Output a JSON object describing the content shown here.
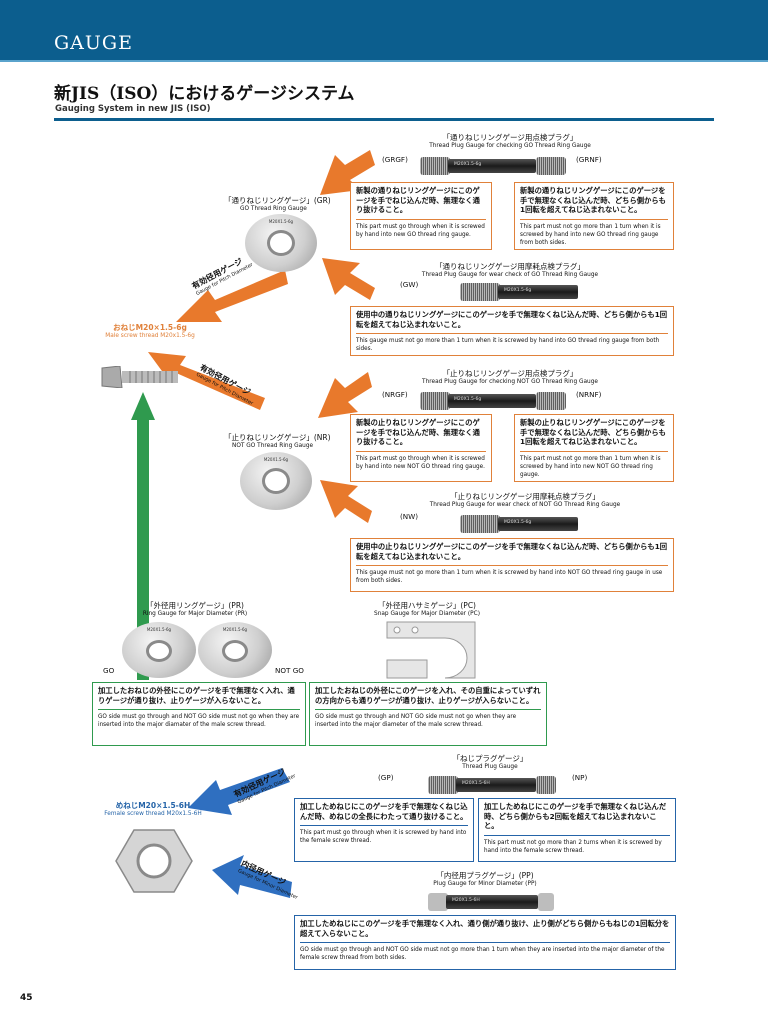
{
  "header": {
    "section": "GAUGE"
  },
  "title": {
    "jp": "新JIS（ISO）におけるゲージシステム",
    "en": "Gauging System in new JIS (ISO)"
  },
  "male_screw": {
    "label_jp": "おねじM20×1.5-6g",
    "label_en": "Male screw thread M20x1.5-6g"
  },
  "female_screw": {
    "label_jp": "めねじM20×1.5-6H",
    "label_en": "Female screw thread M20x1.5-6H"
  },
  "arrows": {
    "pitch_male_1_jp": "有効径用ゲージ",
    "pitch_male_1_en": "Gauge for Pitch Diameter",
    "pitch_male_2_jp": "有効径用ゲージ",
    "pitch_male_2_en": "Gauge for Pitch Diameter",
    "pitch_female_jp": "有効径用ゲージ",
    "pitch_female_en": "Gauge for Pitch Diameter",
    "minor_jp": "内径用ゲージ",
    "minor_en": "Gauge for Minor Diameter"
  },
  "gr": {
    "label_jp": "「通りねじリングゲージ」(GR)",
    "label_en": "GO Thread Ring Gauge",
    "ring_text": "M20X1.5-6g"
  },
  "nr": {
    "label_jp": "「止りねじリングゲージ」(NR)",
    "label_en": "NOT GO Thread Ring Gauge",
    "ring_text": "M20X1.5-6g"
  },
  "grgf_grnf": {
    "title_jp": "「通りねじリングゲージ用点検プラグ」",
    "title_en": "Thread Plug Gauge for checking GO Thread Ring Gauge",
    "code_left": "(GRGF)",
    "code_right": "(GRNF)",
    "plug_text": "M20X1.5-6g",
    "box_left_jp": "新製の通りねじリングゲージにこのゲージを手でねじ込んだ時、無理なく通り抜けること。",
    "box_left_en": "This part must go through when it is screwed by hand into  new GO thread ring gauge.",
    "box_right_jp": "新製の通りねじリングゲージにこのゲージを手で無理なくねじ込んだ時、どちら側からも1回転を超えてねじ込まれないこと。",
    "box_right_en": "This part must not go more than 1 turn when it is screwed by hand into new GO thread ring gauge from both sides."
  },
  "gw": {
    "title_jp": "「通りねじリングゲージ用摩耗点検プラグ」",
    "title_en": "Thread Plug Gauge for wear check of  GO Thread Ring Gauge",
    "code": "(GW)",
    "plug_text": "M20X1.5-6g",
    "box_jp": "使用中の通りねじリングゲージにこのゲージを手で無理なくねじ込んだ時、どちら側からも1回転を超えてねじ込まれないこと。",
    "box_en": "This gauge must not go more than 1 turn when it is screwed by hand into GO thread ring gauge from both sides."
  },
  "nrgf_nrnf": {
    "title_jp": "「止りねじリングゲージ用点検プラグ」",
    "title_en": "Thread Plug Gauge for checking NOT GO Thread Ring Gauge",
    "code_left": "(NRGF)",
    "code_right": "(NRNF)",
    "plug_text": "M20X1.5-6g",
    "box_left_jp": "新製の止りねじリングゲージにこのゲージを手でねじ込んだ時、無理なく通り抜けること。",
    "box_left_en": "This part must go through when it is screwed by hand into  new NOT GO thread ring gauge.",
    "box_right_jp": "新製の止りねじリングゲージにこのゲージを手で無理なくねじ込んだ時、どちら側からも1回転を超えてねじ込まれないこと。",
    "box_right_en": "This part must not go more than 1 turn when it is screwed by hand into new NOT GO thread ring gauge."
  },
  "nw": {
    "title_jp": "「止りねじリングゲージ用摩耗点検プラグ」",
    "title_en": "Thread Plug Gauge for wear check of NOT GO Thread Ring Gauge",
    "code": "(NW)",
    "plug_text": "M20X1.5-6g",
    "box_jp": "使用中の止りねじリングゲージにこのゲージを手で無理なくねじ込んだ時、どちら側からも1回転を超えてねじ込まれないこと。",
    "box_en": "This gauge must not go more than 1 turn when it is screwed by hand into NOT GO thread ring gauge in use from both sides."
  },
  "pr": {
    "label_jp": "「外径用リングゲージ」(PR)",
    "label_en": "Ring Gauge for Major Diameter (PR)",
    "go": "GO",
    "not_go": "NOT GO",
    "ring_text": "M20X1.5-6g",
    "box_jp": "加工したおねじの外径にこのゲージを手で無理なく入れ、通りゲージが通り抜け、止りゲージが入らないこと。",
    "box_en": "GO side must go through and NOT GO side must not go when they are inserted into the major diamater of the male screw thread."
  },
  "pc": {
    "label_jp": "「外径用ハサミゲージ」(PC)",
    "label_en": "Snap Gauge for Major Diameter (PC)",
    "box_jp": "加工したおねじの外径にこのゲージを入れ、その自重によっていずれの方向からも通りゲージが通り抜け、止りゲージが入らないこと。",
    "box_en": "GO side must go through and NOT GO side must not go when they are inserted into the major diameter of the male screw thread."
  },
  "gp_np": {
    "title_jp": "「ねじプラグゲージ」",
    "title_en": "Thread Plug Gauge",
    "code_left": "(GP)",
    "code_right": "(NP)",
    "plug_text": "M20X1.5-6H",
    "box_left_jp": "加工しためねじにこのゲージを手で無理なくねじ込んだ時、めねじの全長にわたって通り抜けること。",
    "box_left_en": "This part must go through when it is screwed by hand into the female screw thread.",
    "box_right_jp": "加工しためねじにこのゲージを手で無理なくねじ込んだ時、どちら側からも2回転を超えてねじ込まれないこと。",
    "box_right_en": "This part must not go more than 2 turns when it is screwed by hand into the female screw thread."
  },
  "pp": {
    "title_jp": "「内径用プラグゲージ」(PP)",
    "title_en": "Plug Gauge for Minor Diameter (PP)",
    "plug_text": "M20X1.5-6H",
    "box_jp": "加工しためねじにこのゲージを手で無理なく入れ、通り側が通り抜け、止り側がどちら側からもねじの1回転分を超えて入らないこと。",
    "box_en": "GO side must go through and NOT GO side must not go more than 1 turn when they are inserted into the major diameter of the female screw thread from both sides."
  },
  "page_number": "45",
  "colors": {
    "brand": "#0c5e8e",
    "orange": "#e0813a",
    "green": "#2f9a4e",
    "blue": "#2564a8"
  }
}
